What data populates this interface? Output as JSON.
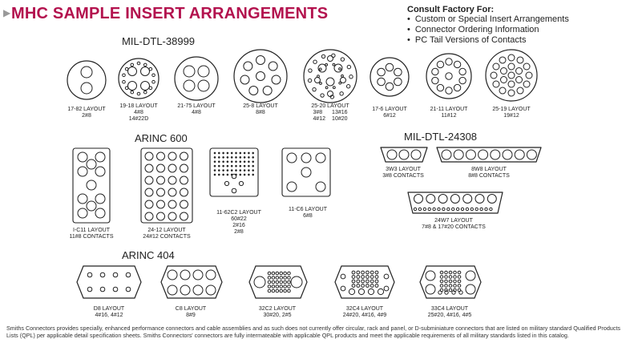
{
  "title": "MHC SAMPLE INSERT ARRANGEMENTS",
  "consult": {
    "title": "Consult Factory For:",
    "items": [
      "Custom or Special Insert Arrangements",
      "Connector Ordering Information",
      "PC Tail Versions of Contacts"
    ]
  },
  "sections": {
    "mil38999": "MIL-DTL-38999",
    "arinc600": "ARINC 600",
    "mil24308": "MIL-DTL-24308",
    "arinc404": "ARINC 404"
  },
  "mil38999_layouts": [
    {
      "name": "17-82 LAYOUT",
      "contacts": "2#8"
    },
    {
      "name": "19-18 LAYOUT",
      "contacts": "4#8\n14#22D"
    },
    {
      "name": "21-75 LAYOUT",
      "contacts": "4#8"
    },
    {
      "name": "25-8 LAYOUT",
      "contacts": "8#8"
    },
    {
      "name": "25-20 LAYOUT",
      "col1": "3#8\n4#12",
      "col2": "13#16\n10#20"
    },
    {
      "name": "17-6 LAYOUT",
      "contacts": "6#12"
    },
    {
      "name": "21-11 LAYOUT",
      "contacts": "11#12"
    },
    {
      "name": "25-19 LAYOUT",
      "contacts": "19#12"
    }
  ],
  "arinc600_layouts": [
    {
      "name": "I-C11 LAYOUT",
      "contacts": "11#8 CONTACTS"
    },
    {
      "name": "24-12 LAYOUT",
      "contacts": "24#12 CONTACTS"
    },
    {
      "name": "11-62C2 LAYOUT",
      "contacts": "60#22\n2#16\n2#8"
    },
    {
      "name": "11-C6 LAYOUT",
      "contacts": "6#8"
    }
  ],
  "mil24308_layouts": [
    {
      "name": "3W3 LAYOUT",
      "contacts": "3#8 CONTACTS"
    },
    {
      "name": "8W8 LAYOUT",
      "contacts": "8#8 CONTACTS"
    },
    {
      "name": "24W7 LAYOUT",
      "contacts": "7#8 & 17#20 CONTACTS"
    }
  ],
  "arinc404_layouts": [
    {
      "name": "D8 LAYOUT",
      "contacts": "4#16, 4#12"
    },
    {
      "name": "C8 LAYOUT",
      "contacts": "8#9"
    },
    {
      "name": "32C2 LAYOUT",
      "contacts": "30#20, 2#5"
    },
    {
      "name": "32C4 LAYOUT",
      "contacts": "24#20, 4#16, 4#9"
    },
    {
      "name": "33C4 LAYOUT",
      "contacts": "25#20, 4#16, 4#5"
    }
  ],
  "footer": "Smiths Connectors provides specially, enhanced performance connectors and cable assemblies and as such does not currently offer circular, rack and panel, or D-subminiature connectors that are listed on military standard Qualified Products Lists (QPL) per applicable detail specification sheets.  Smiths Connectors' connectors are fully intermateable with applicable QPL products and meet the applicable requirements of all military standards listed in this catalog."
}
